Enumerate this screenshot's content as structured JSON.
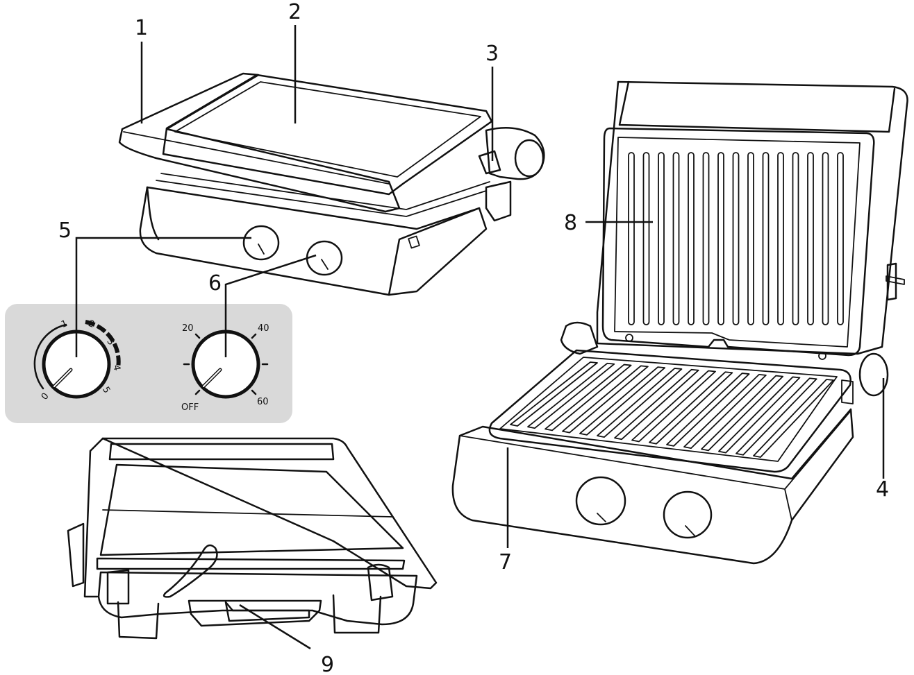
{
  "callouts": {
    "c1": "1",
    "c2": "2",
    "c3": "3",
    "c4": "4",
    "c5": "5",
    "c6": "6",
    "c7": "7",
    "c8": "8",
    "c9": "9"
  },
  "dial_power": {
    "scale": [
      "0",
      "1",
      "2",
      "3",
      "4",
      "5"
    ]
  },
  "dial_timer": {
    "scale": [
      "OFF",
      "20",
      "40",
      "60"
    ]
  },
  "colors": {
    "line": "#111111",
    "panel": "#d9d9d9",
    "background": "#ffffff"
  }
}
